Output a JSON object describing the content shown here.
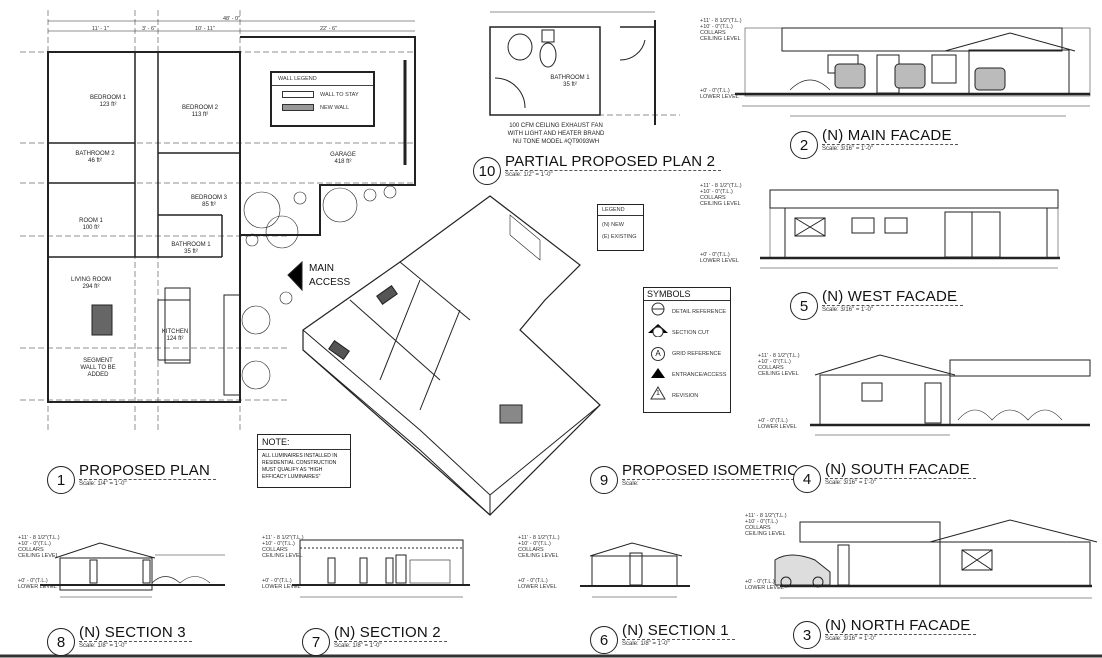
{
  "views": {
    "proposed_plan": {
      "num": "1",
      "title": "PROPOSED PLAN",
      "scale": "Scale: 1/4\" = 1'-0\""
    },
    "main_facade": {
      "num": "2",
      "title": "(N) MAIN FACADE",
      "scale": "Scale: 3/16\" = 1'-0\""
    },
    "north_facade": {
      "num": "3",
      "title": "(N) NORTH FACADE",
      "scale": "Scale: 3/16\" = 1'-0\""
    },
    "south_facade": {
      "num": "4",
      "title": "(N) SOUTH FACADE",
      "scale": "Scale: 3/16\" = 1'-0\""
    },
    "west_facade": {
      "num": "5",
      "title": "(N) WEST FACADE",
      "scale": "Scale: 3/16\" = 1'-0\""
    },
    "section_1": {
      "num": "6",
      "title": "(N) SECTION 1",
      "scale": "Scale: 1/8\" = 1'-0\""
    },
    "section_2": {
      "num": "7",
      "title": "(N) SECTION 2",
      "scale": "Scale: 1/8\" = 1'-0\""
    },
    "section_3": {
      "num": "8",
      "title": "(N) SECTION 3",
      "scale": "Scale: 1/8\" = 1'-0\""
    },
    "isometric": {
      "num": "9",
      "title": "PROPOSED ISOMETRIC",
      "scale": "Scale:"
    },
    "partial_plan_2": {
      "num": "10",
      "title": "PARTIAL PROPOSED PLAN 2",
      "scale": "Scale: 1/2\" = 1'-0\""
    }
  },
  "rooms": {
    "bedroom1": [
      "BEDROOM 1",
      "123 ft²"
    ],
    "bathroom2": [
      "BATHROOM 2",
      "46 ft²"
    ],
    "bedroom2": [
      "BEDROOM 2",
      "113 ft²"
    ],
    "bedroom3": [
      "BEDROOM 3",
      "85 ft²"
    ],
    "room1": [
      "ROOM 1",
      "100 ft²"
    ],
    "bathroom1": [
      "BATHROOM 1",
      "35 ft²"
    ],
    "living": [
      "LIVING ROOM",
      "294 ft²"
    ],
    "kitchen": [
      "KITCHEN",
      "124 ft²"
    ],
    "garage": [
      "GARAGE",
      "418 ft²"
    ],
    "segment": [
      "SEGMENT",
      "WALL TO BE",
      "ADDED"
    ]
  },
  "wall_legend": {
    "title": "WALL LEGEND",
    "stay": "WALL TO STAY",
    "new": "NEW WALL"
  },
  "main_access": [
    "MAIN",
    "ACCESS"
  ],
  "note": {
    "title": "NOTE:",
    "text": "ALL LUMINAIRES INSTALLED IN RESIDENTIAL CONSTRUCTION MUST QUALIFY AS \"HIGH EFFICACY LUMINAIRES\""
  },
  "legend": {
    "title": "LEGEND",
    "new": "(N) NEW",
    "existing": "(E) EXISTING"
  },
  "symbols": {
    "title": "SYMBOLS",
    "items": [
      "DETAIL REFERENCE",
      "SECTION CUT",
      "GRID REFERENCE",
      "ENTRANCE/ACCESS",
      "REVISION"
    ],
    "grid_letter": "A",
    "revision_num": "1"
  },
  "partial_plan": {
    "room": "BATHROOM 1",
    "area": "35 ft²",
    "fan_note": [
      "100 CFM CEILING EXHAUST FAN",
      "WITH LIGHT AND HEATER BRAND",
      "NU TONE MODEL #QT9093WH"
    ]
  },
  "levels": {
    "tl1": "+11' - 8 1/2\"(T.L.)",
    "tl2": "+10' - 0\"(T.L.)",
    "collars": "COLLARS",
    "ceiling": "CEILING LEVEL",
    "tl0": "+0' - 0\"(T.L.)",
    "lower": "LOWER LEVEL"
  },
  "dims": {
    "overall": "48' - 0\"",
    "d1": "11' - 1\"",
    "d2": "3' - 6\"",
    "d3": "10' - 11\"",
    "d4": "22' - 6\""
  }
}
